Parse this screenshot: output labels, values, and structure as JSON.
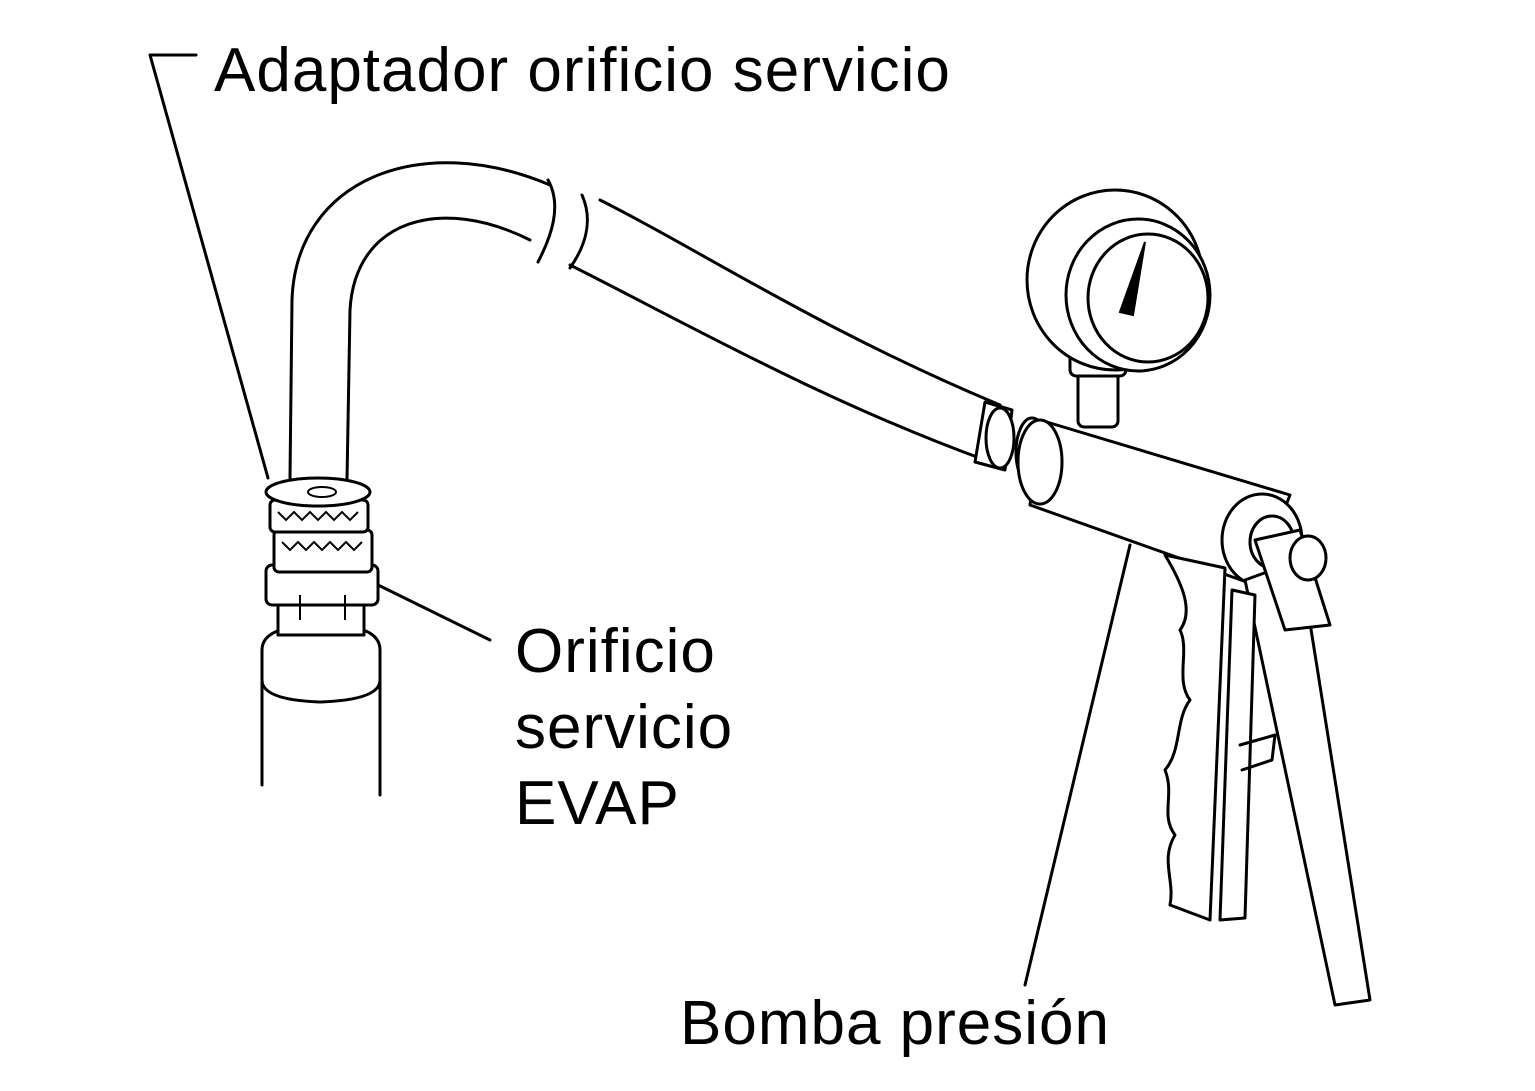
{
  "labels": {
    "adapter": "Adaptador orificio servicio",
    "port_line1": "Orificio",
    "port_line2": "servicio",
    "port_line3": "EVAP",
    "pump": "Bomba presión"
  },
  "colors": {
    "ink": "#000000",
    "background": "#ffffff"
  }
}
